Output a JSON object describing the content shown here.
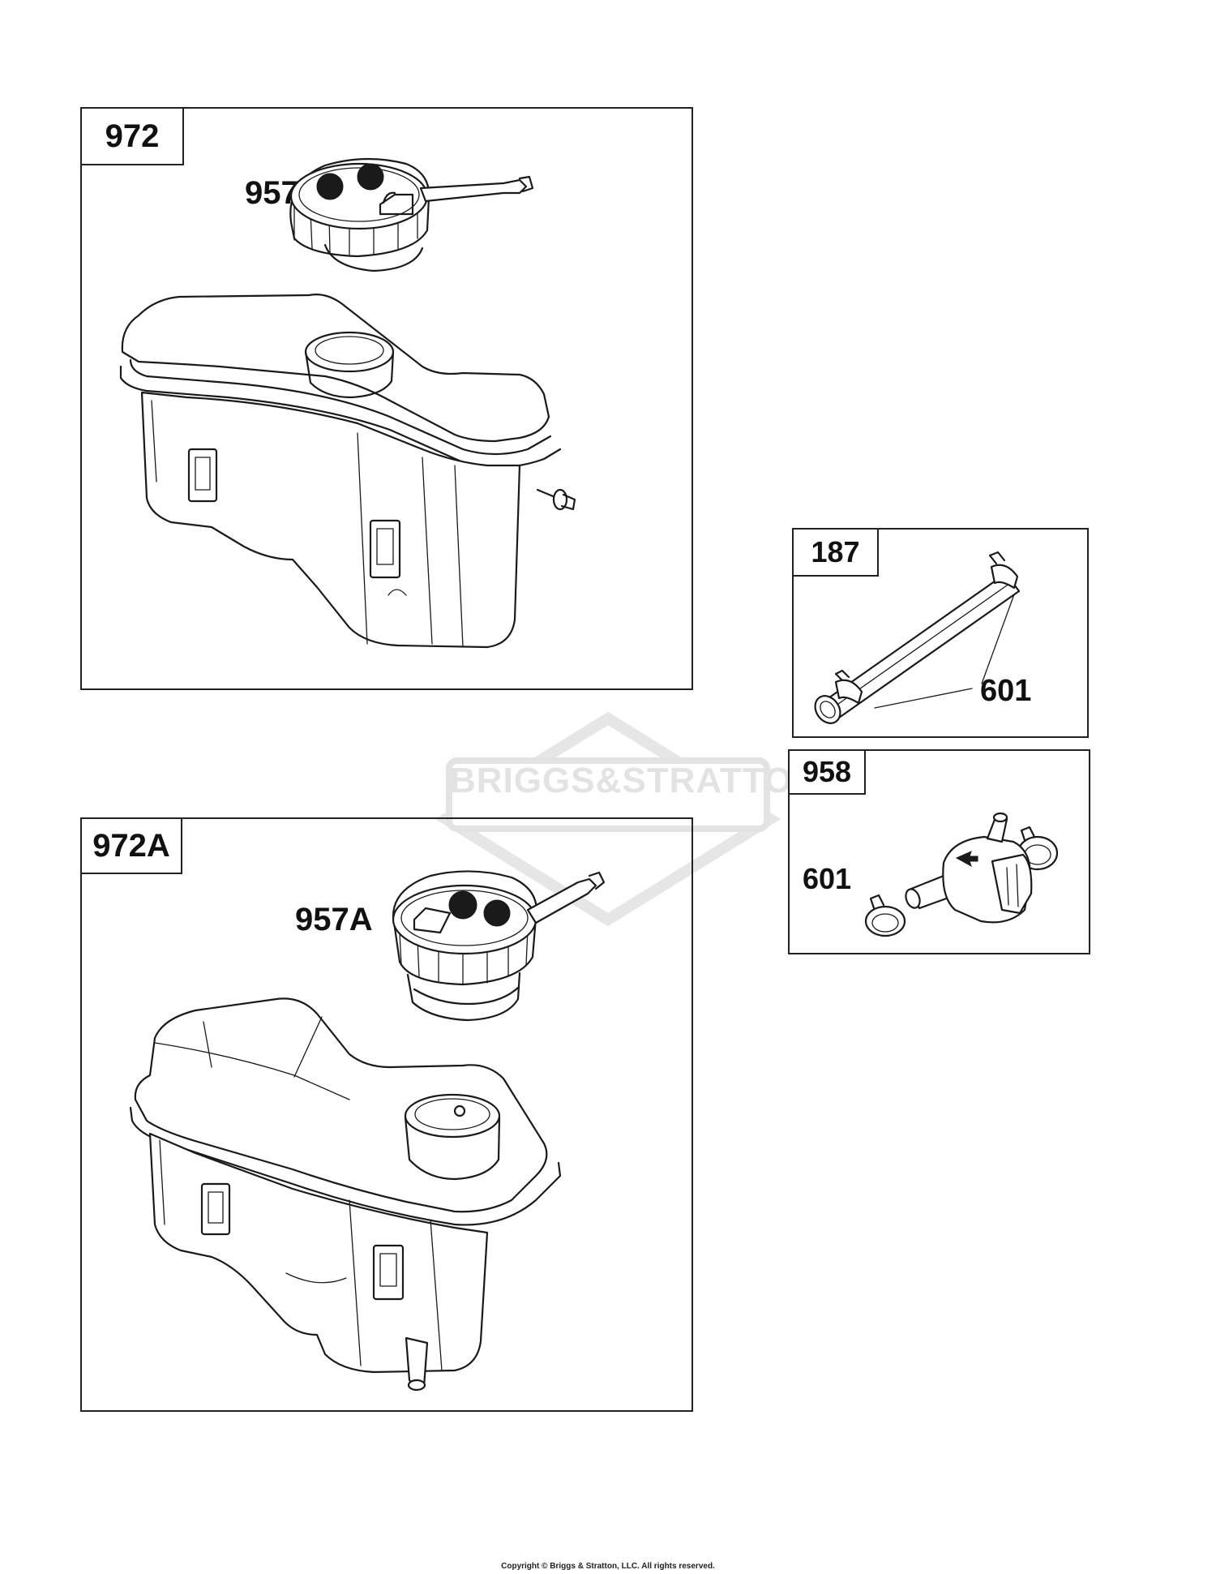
{
  "panels": {
    "p972": {
      "label": "972",
      "callout": "957"
    },
    "p972a": {
      "label": "972A",
      "callout": "957A"
    },
    "p187": {
      "label": "187",
      "callout": "601"
    },
    "p958": {
      "label": "958",
      "callout": "601"
    }
  },
  "watermark": {
    "brand": "BRIGGS&STRATTON"
  },
  "footer": {
    "copyright": "Copyright © Briggs & Stratton, LLC. All rights reserved."
  }
}
